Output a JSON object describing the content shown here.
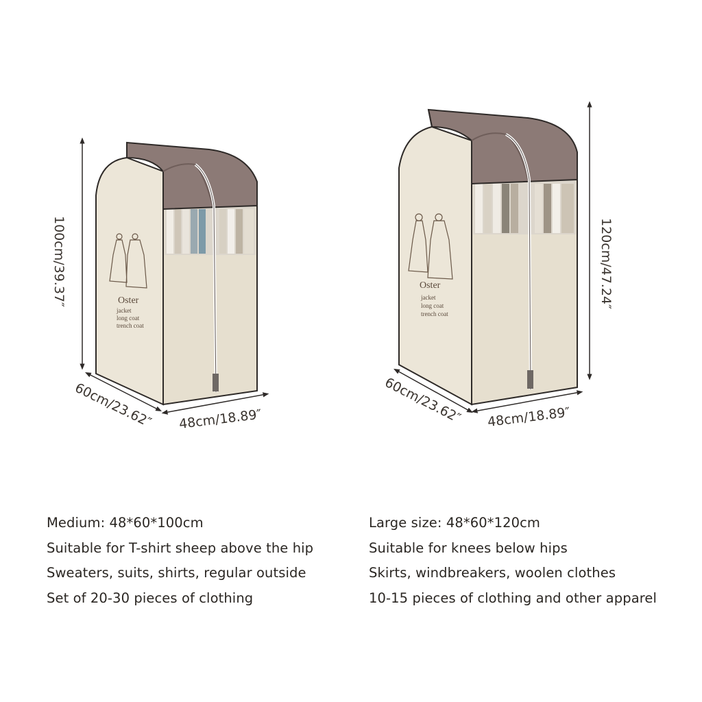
{
  "medium": {
    "height_label": "100cm/39.37″",
    "depth_label": "60cm/23.62″",
    "width_label": "48cm/18.89″",
    "print_brand": "Oster",
    "print_lines": [
      "jacket",
      "long coat",
      "trench coat"
    ],
    "spec_lines": [
      "Medium: 48*60*100cm",
      "Suitable for T-shirt sheep above the hip",
      "Sweaters, suits, shirts, regular outside",
      "Set of 20-30 pieces of clothing"
    ]
  },
  "large": {
    "height_label": "120cm/47.24″",
    "depth_label": "60cm/23.62″",
    "width_label": "48cm/18.89″",
    "print_brand": "Oster",
    "print_lines": [
      "jacket",
      "long coat",
      "trench coat"
    ],
    "spec_lines": [
      "Large size: 48*60*120cm",
      "Suitable for knees below hips",
      "Skirts, windbreakers, woolen clothes",
      "10-15 pieces of clothing and other apparel"
    ]
  },
  "colors": {
    "fabric": "#ece6d8",
    "fabric_shade": "#ddd5c4",
    "top_cover": "#8c7a76",
    "top_cover_dark": "#7a6864",
    "outline": "#2e2a28"
  }
}
